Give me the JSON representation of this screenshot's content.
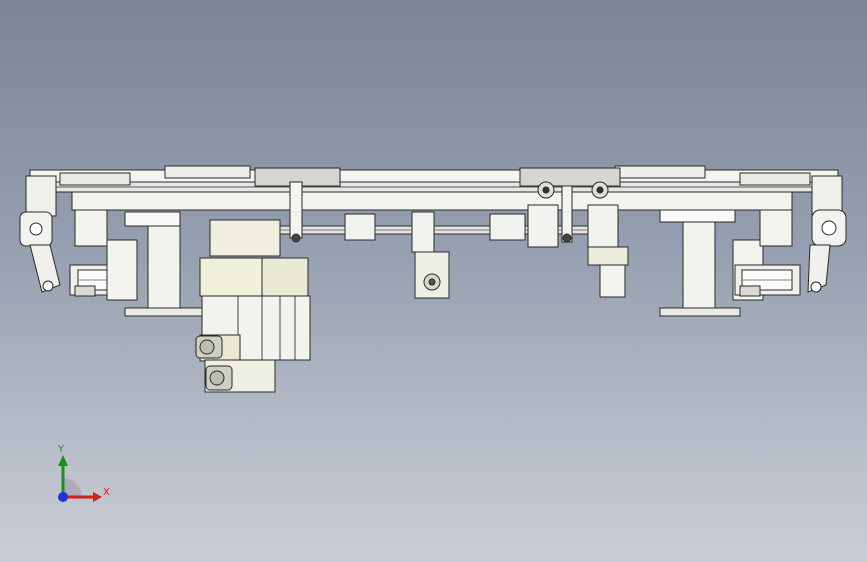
{
  "scene": {
    "kind": "cad-assembly-front-view",
    "colors": {
      "background_top": "#7b8597",
      "background_bottom": "#c9cdd5",
      "part_fill": "#f1f1ee",
      "part_stroke": "#2a2a2a",
      "motor_fill": "#e8e6cf",
      "rail_fill": "#d9dbd8",
      "dark_detail": "#3a3a3a"
    }
  },
  "triad": {
    "x_label": "X",
    "y_label": "Y",
    "x_color": "#d21f1f",
    "y_color": "#1e8a2a",
    "z_color": "#1d33d6"
  }
}
